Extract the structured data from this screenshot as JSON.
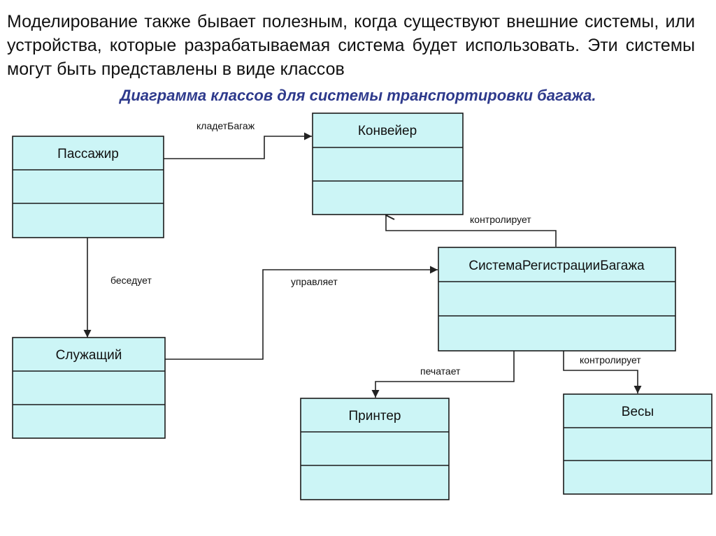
{
  "intro_text": "Моделирование также бывает полезным, когда существуют внешние системы, или устройства, которые разрабатываемая система будет использовать. Эти системы могут быть представлены в виде классов",
  "diagram_title": "Диаграмма классов для системы транспортировки багажа.",
  "colors": {
    "box_fill": "#ccf5f6",
    "box_stroke": "#1a1a1a",
    "line": "#222222",
    "caption": "#2e3a8c"
  },
  "classes": {
    "passenger": "Пассажир",
    "conveyor": "Конвейер",
    "clerk": "Служащий",
    "registration": "СистемаРегистрацииБагажа",
    "printer": "Принтер",
    "scales": "Весы"
  },
  "associations": {
    "puts_baggage": "кладетБагаж",
    "talks": "беседует",
    "manages": "управляет",
    "controls_conveyor": "контролирует",
    "prints": "печатает",
    "controls_scales": "контролирует"
  }
}
